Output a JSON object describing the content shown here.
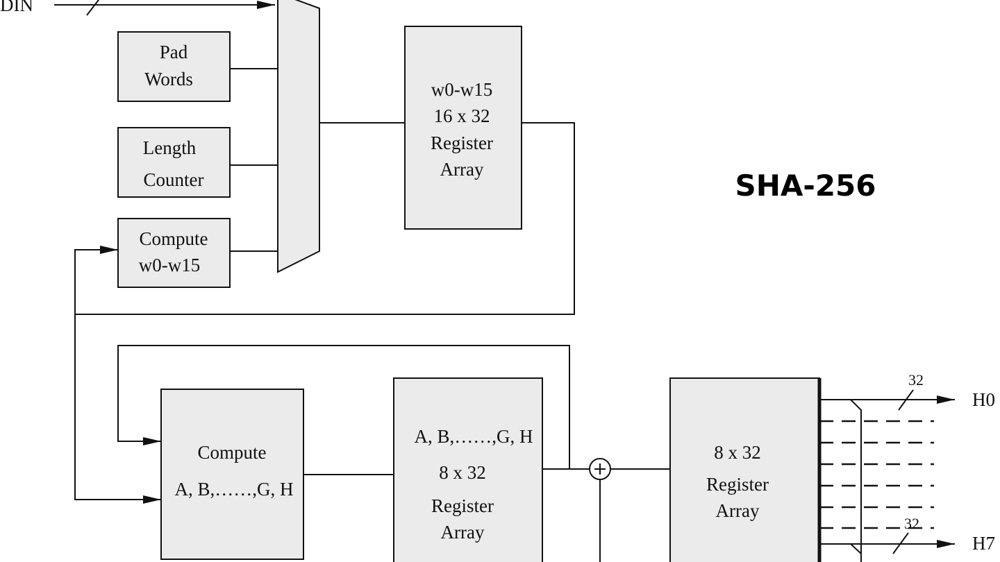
{
  "title": "SHA-256",
  "input": {
    "label": "DIN"
  },
  "blocks": {
    "pad_words": [
      "Pad",
      "Words"
    ],
    "length_counter": [
      "Length",
      "Counter"
    ],
    "compute_w": [
      "Compute",
      "w0-w15"
    ],
    "w_register": [
      "w0-w15",
      "16 x 32",
      "Register",
      "Array"
    ],
    "compute_ah": [
      "Compute",
      "A, B,……,G, H"
    ],
    "ah_register": [
      "A, B,……,G, H",
      "8 x 32",
      "Register",
      "Array"
    ],
    "h_register": [
      "8 x 32",
      "Register",
      "Array"
    ]
  },
  "outputs": [
    {
      "label": "H0",
      "width": "32"
    },
    {
      "label": "H7",
      "width": "32"
    }
  ],
  "adder_symbol": "+"
}
